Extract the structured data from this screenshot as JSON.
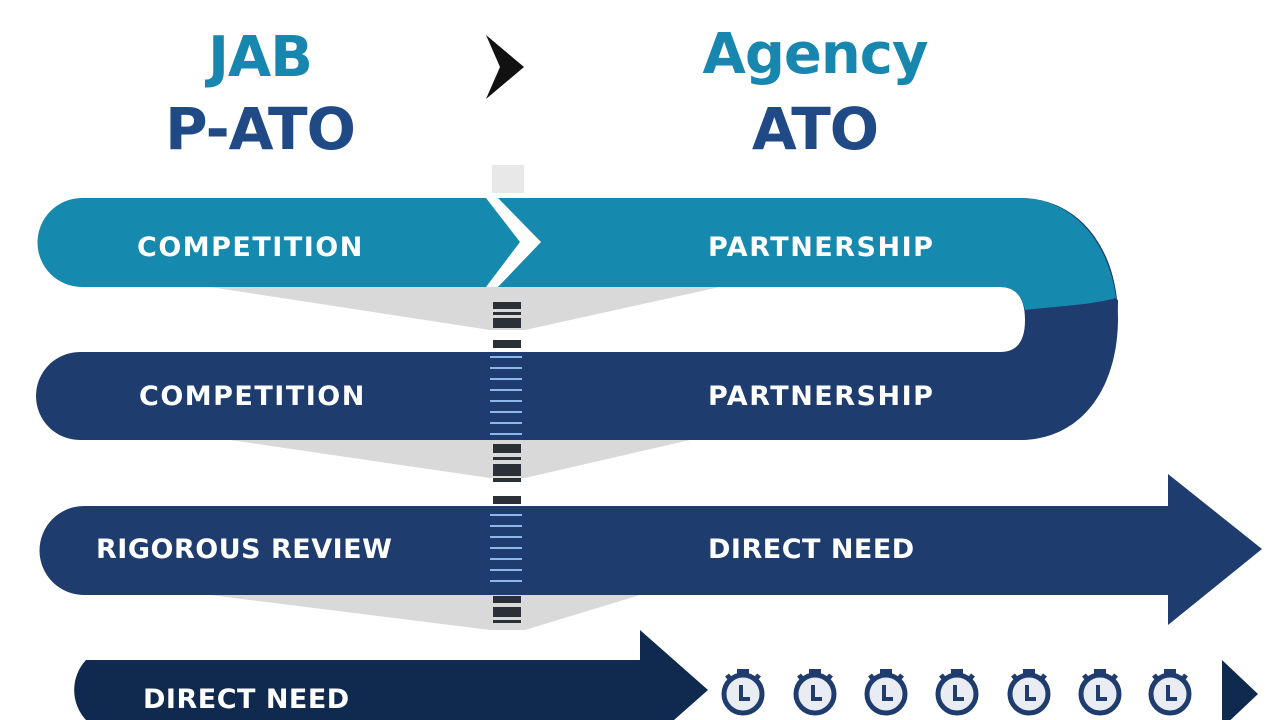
{
  "headings": {
    "left": {
      "line1": "JAB",
      "line2": "P-ATO"
    },
    "right": {
      "line1": "Agency",
      "line2": "ATO"
    },
    "separator_icon": "chevron-right-icon"
  },
  "colors": {
    "teal": "#1589ae",
    "navy": "#1e3c6e",
    "dark_navy": "#0f2a4e",
    "heading_teal": "#1787b0",
    "heading_navy": "#1f4a86",
    "shadow_gray": "#d6d6d6",
    "stripe_light": "#8fb6e8"
  },
  "rows": [
    {
      "left_label": "COMPETITION",
      "right_label": "PARTNERSHIP",
      "color": "teal"
    },
    {
      "left_label": "COMPETITION",
      "right_label": "PARTNERSHIP",
      "color": "navy"
    },
    {
      "left_label": "RIGOROUS REVIEW",
      "right_label": "DIRECT NEED",
      "color": "navy"
    },
    {
      "left_label": "DIRECT NEED",
      "color": "dark_navy"
    }
  ],
  "timeline": {
    "icon": "stopwatch-icon",
    "count": 7,
    "end_icon": "triangle-right-icon"
  }
}
